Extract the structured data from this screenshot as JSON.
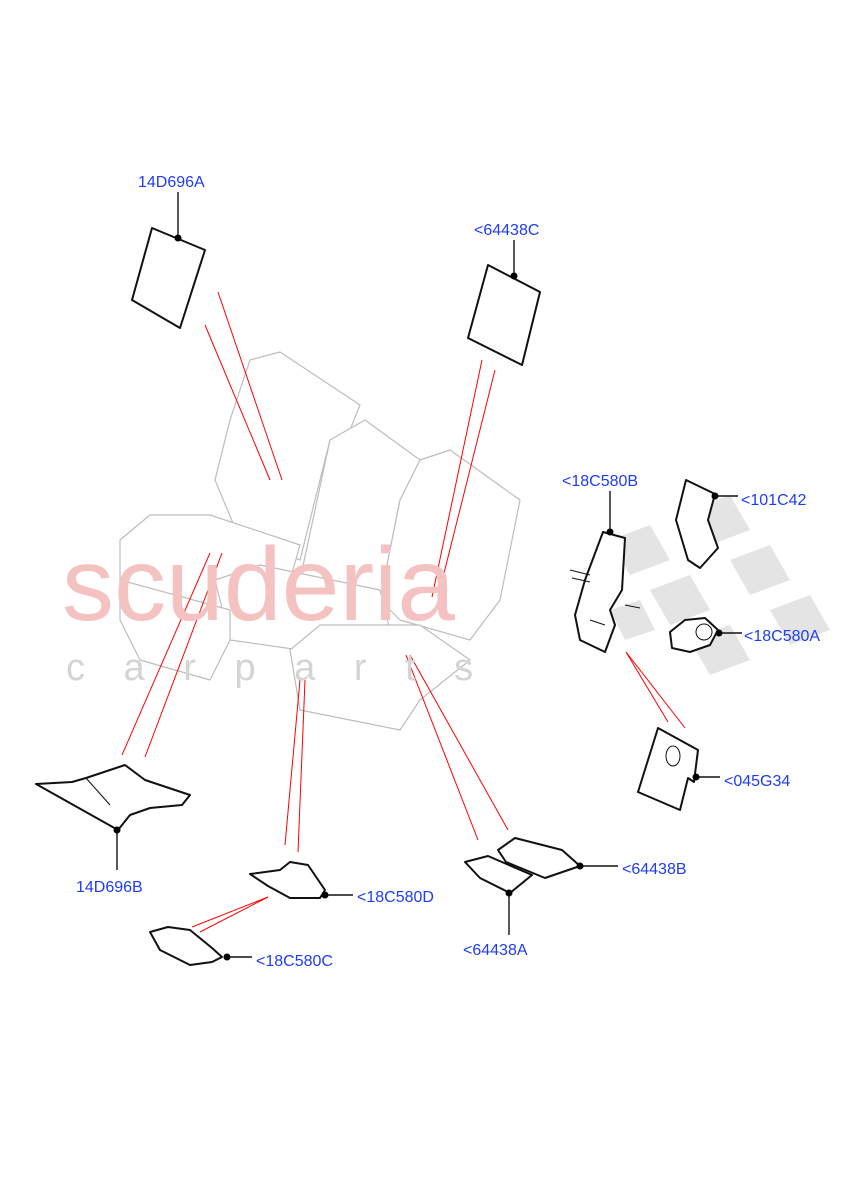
{
  "watermark": {
    "line1": "scuderia",
    "line2": "c a r   p a r t s",
    "color": "#f5c2c2",
    "checker_color": "#d9d9d9"
  },
  "label_color": "#1f3cf5",
  "leader_color": "#ff0000",
  "callouts": {
    "c14D696A": "14D696A",
    "c64438C": "<64438C",
    "c18C580B": "<18C580B",
    "c101C42": "<101C42",
    "c18C580A": "<18C580A",
    "c045G34": "<045G34",
    "c14D696B": "14D696B",
    "c18C580D": "<18C580D",
    "c18C580C": "<18C580C",
    "c64438B": "<64438B",
    "c64438A": "<64438A"
  }
}
